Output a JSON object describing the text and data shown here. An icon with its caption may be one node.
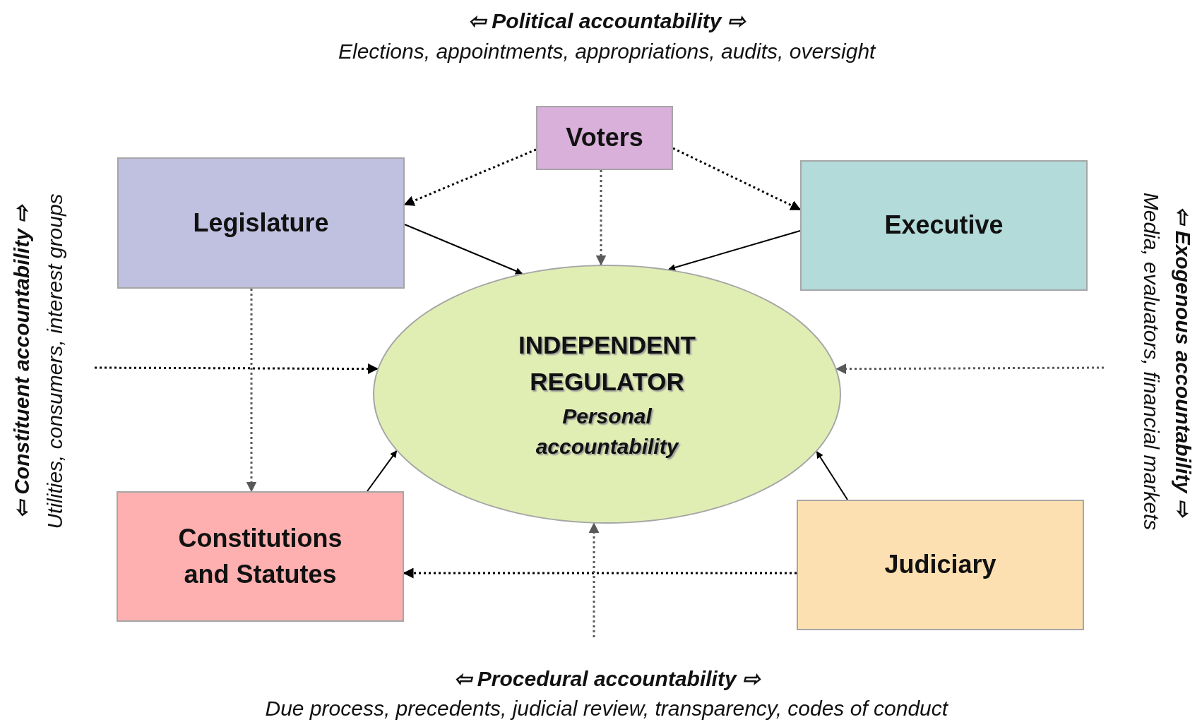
{
  "diagram": {
    "nodes": [
      {
        "text": [
          "Voters"
        ]
      },
      {
        "text": [
          "Legislature"
        ]
      },
      {
        "text": [
          "Executive"
        ]
      },
      {
        "text": [
          "INDEPENDENT REGULATOR",
          "Personal accountability"
        ]
      },
      {
        "text": [
          "Constitutions and Statutes"
        ]
      },
      {
        "text": [
          "Judiciary"
        ]
      }
    ],
    "edges": [
      {
        "from": 0,
        "to": 1,
        "arrow": "to",
        "style": "dashed"
      },
      {
        "from": 0,
        "to": 2,
        "arrow": "to",
        "style": "dashed"
      },
      {
        "from": 0,
        "to": 3,
        "arrow": "to",
        "style": "dashed",
        "color": "#595959"
      },
      {
        "from": 1,
        "to": 3,
        "arrow": "to"
      },
      {
        "from": 2,
        "to": 3,
        "arrow": "to"
      },
      {
        "from": 1,
        "to": 4,
        "arrow": "to",
        "style": "dashed",
        "color": "#595959"
      },
      {
        "from": 4,
        "to": 3,
        "arrow": "to"
      },
      {
        "from": 5,
        "to": 3,
        "arrow": "to"
      },
      {
        "from": 5,
        "to": 4,
        "arrow": "to",
        "style": "dashed"
      },
      {
        "from": null,
        "to": 3,
        "arrow": "to",
        "style": "dashed"
      },
      {
        "from": null,
        "to": 3,
        "arrow": "to",
        "style": "dashed",
        "color": "#595959"
      },
      {
        "from": null,
        "to": 3,
        "arrow": "to",
        "style": "dashed",
        "color": "#595959"
      }
    ],
    "labels": [
      "⇦ Political accountability ⇨",
      "Elections, appointments, appropriations, audits, oversight",
      "⇦ Constituent accountability ⇨",
      "Utilities, consumers, interest groups",
      "⇦ Exogenous accountability ⇨",
      "Media, evaluators, financial markets",
      "⇦ Procedural accountability ⇨",
      "Due process, precedents, judicial review, transparency, codes of conduct"
    ]
  }
}
